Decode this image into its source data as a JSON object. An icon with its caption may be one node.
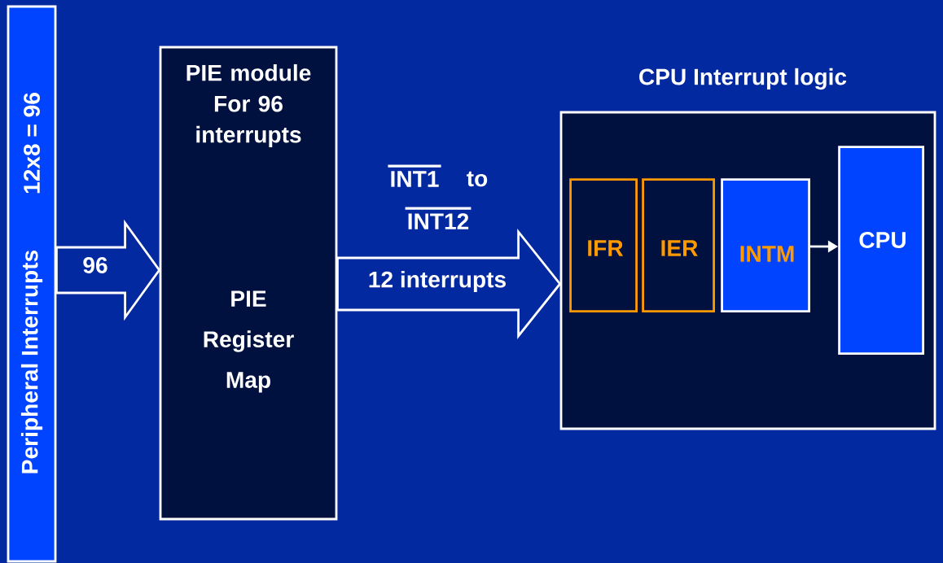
{
  "diagram": {
    "nodes": [
      {
        "text": [
          "Peripheral Interrupts",
          "12x8 = 96"
        ]
      },
      {
        "text": [
          "PIE module For 96 interrupts",
          "PIE Register Map"
        ]
      },
      {
        "text": [
          "CPU Interrupt logic"
        ]
      },
      {
        "text": [
          "IFR"
        ],
        "in": 2
      },
      {
        "text": [
          "IER"
        ],
        "in": 2
      },
      {
        "text": [
          "INTM"
        ],
        "in": 2
      },
      {
        "text": [
          "CPU"
        ],
        "in": 2
      }
    ],
    "edges": [
      {
        "from": 0,
        "to": 1,
        "arrow": "to",
        "label": "96"
      },
      {
        "from": 1,
        "to": 2,
        "arrow": "to",
        "label": "12 interrupts"
      },
      {
        "from": 5,
        "to": 6,
        "arrow": "to"
      }
    ],
    "labels": [
      "INT1",
      "to",
      "INT12"
    ]
  }
}
